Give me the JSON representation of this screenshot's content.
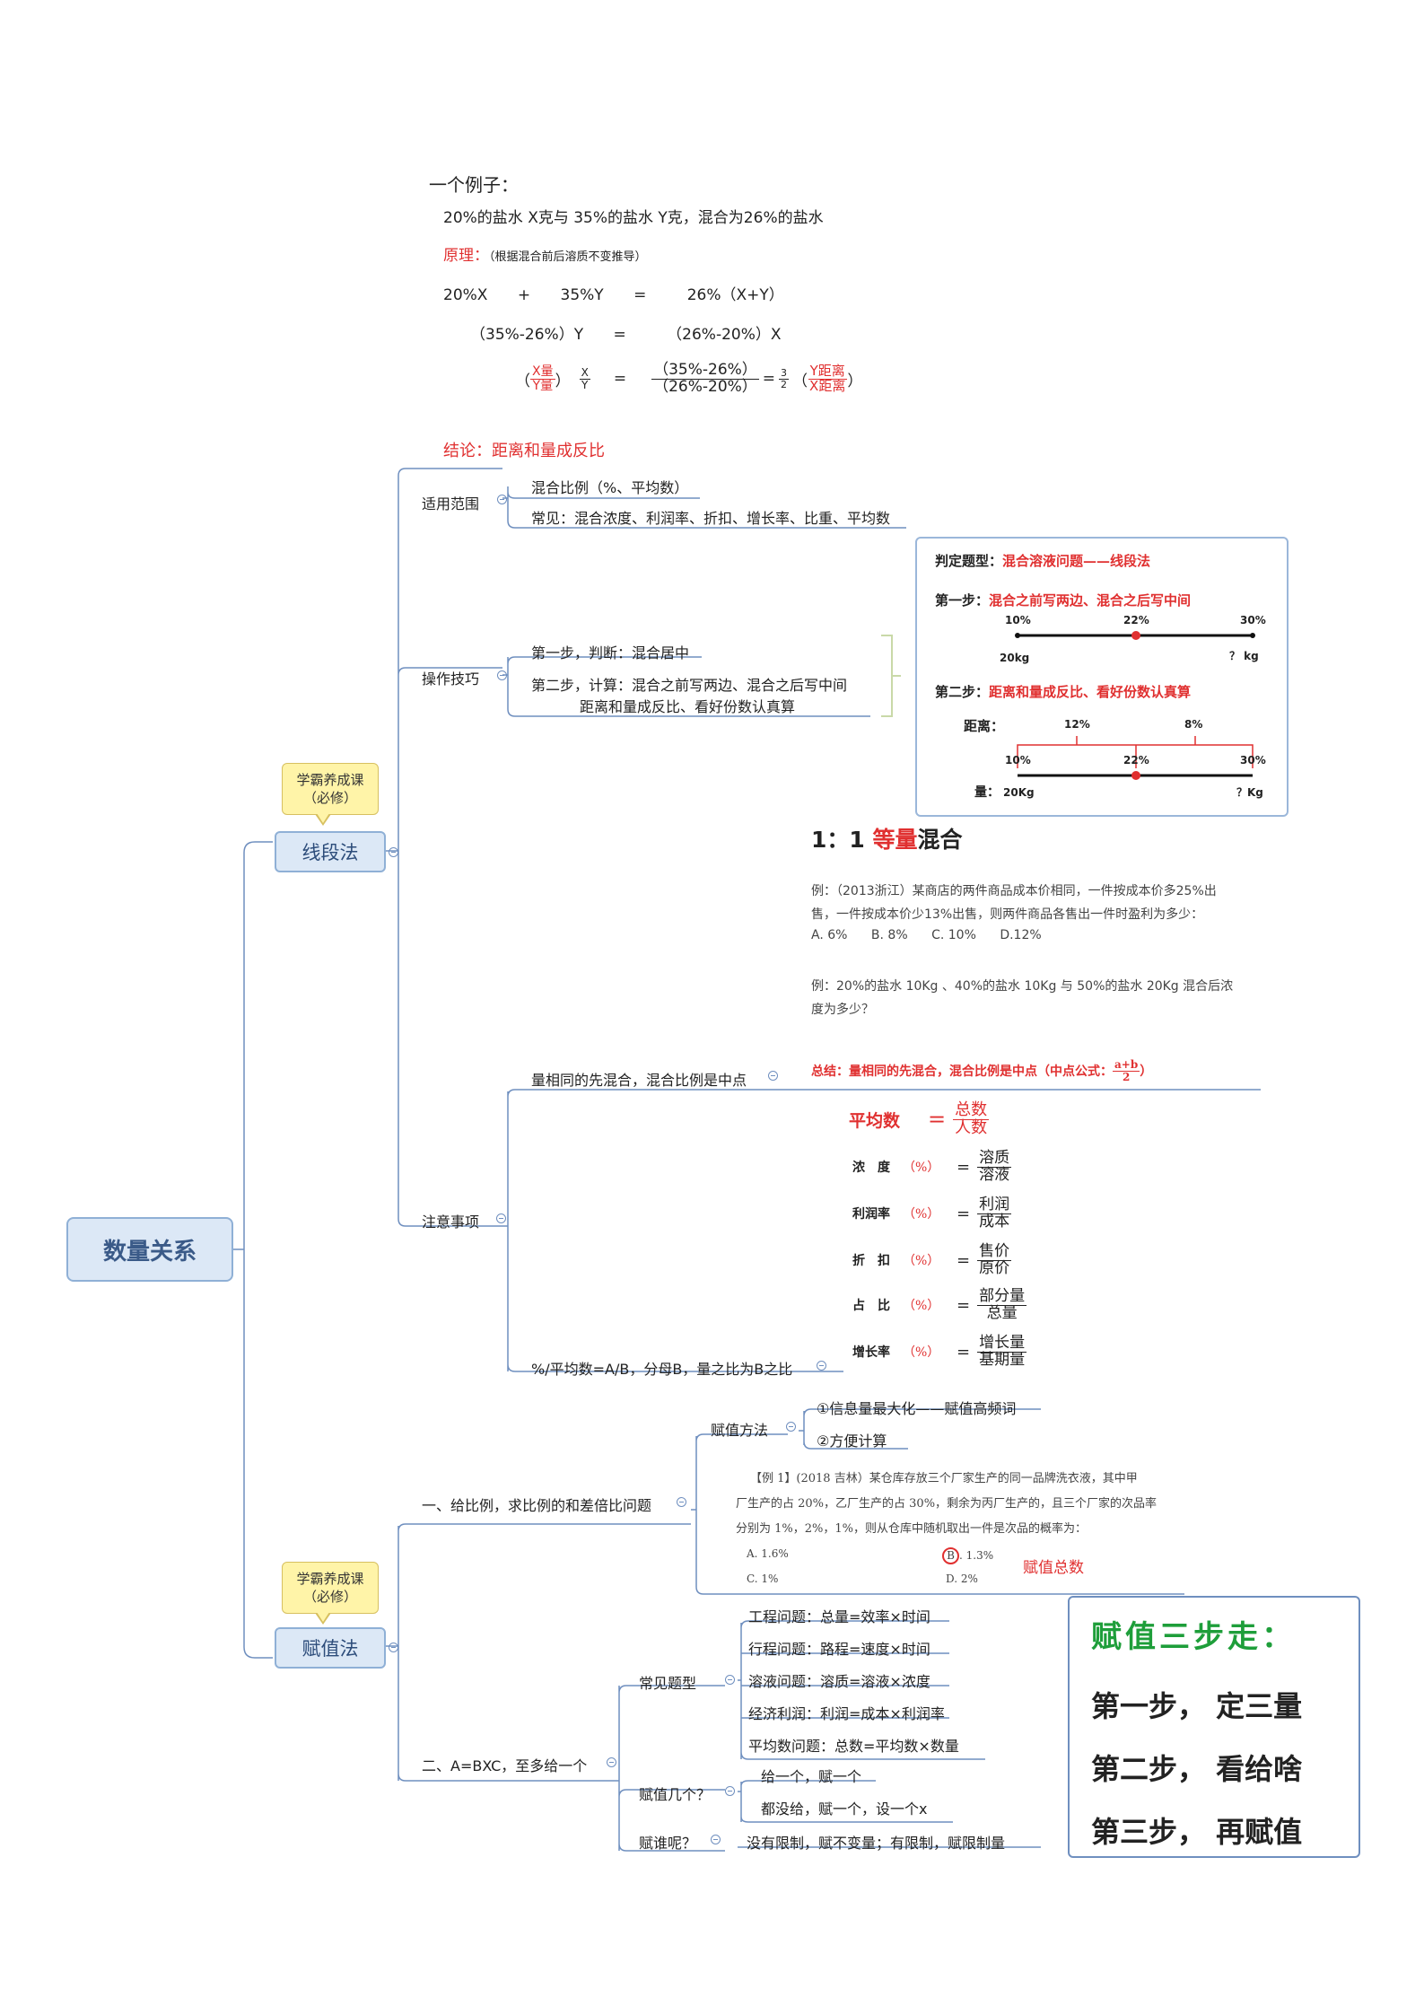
{
  "root": {
    "label": "数量关系"
  },
  "badge_label_1": "学霸养成课",
  "badge_label_2": "（必修）",
  "linefa": {
    "label": "线段法",
    "example": {
      "title": "一个例子：",
      "problem": "20%的盐水 X克与 35%的盐水 Y克，混合为26%的盐水",
      "principle_label": "原理：",
      "principle_note": "（根据混合前后溶质不变推导）",
      "eq1": {
        "a": "20%X",
        "op": "+",
        "b": "35%Y",
        "eq": "=",
        "c": "26%（X+Y）"
      },
      "eq2": {
        "a": "（35%-26%）Y",
        "eq": "=",
        "c": "（26%-20%）X"
      },
      "eq3": {
        "lp": "（",
        "xq": "X量",
        "yq": "Y量",
        "rp": "）",
        "x": "X",
        "y": "Y",
        "eq": "=",
        "num": "（35%-26%）",
        "den": "（26%-20%）",
        "eq2": "=",
        "k_num": "3",
        "k_den": "2",
        "lp2": "（",
        "yd": "Y距离",
        "xd": "X距离",
        "rp2": "）"
      },
      "conclusion": "结论：距离和量成反比"
    },
    "scope": {
      "label": "适用范围",
      "items": [
        "混合比例（%、平均数）",
        "常见：混合浓度、利润率、折扣、增长率、比重、平均数"
      ]
    },
    "technique": {
      "label": "操作技巧",
      "step1": "第一步，判断：混合居中",
      "step2a": "第二步，计算：混合之前写两边、混合之后写中间",
      "step2b": "距离和量成反比、看好份数认真算"
    },
    "judge_box": {
      "title_label": "判定题型：",
      "title_value": "混合溶液问题——线段法",
      "step1_label": "第一步：",
      "step1_value": "混合之前写两边、混合之后写中间",
      "line1": {
        "left": "10%",
        "mid": "22%",
        "right": "30%",
        "left_q": "20kg",
        "right_q": "？ kg"
      },
      "step2_label": "第二步：",
      "step2_value": "距离和量成反比、看好份数认真算",
      "dist_label": "距离：",
      "dist_left": "12%",
      "dist_right": "8%",
      "line2": {
        "left": "10%",
        "mid": "22%",
        "right": "30%"
      },
      "qty_label": "量：",
      "qty_left": "20Kg",
      "qty_right": "？Kg"
    },
    "equal_mix": {
      "title_a": "1：1",
      "title_b": "等量",
      "title_c": "混合",
      "ex1_a": "例：（2013浙江）某商店的两件商品成本价相同，一件按成本价多25%出",
      "ex1_b": "售，一件按成本价少13%出售，则两件商品各售出一件时盈利为多少：",
      "options": [
        "A. 6%",
        "B. 8%",
        "C. 10%",
        "D.12%"
      ],
      "ex2_a": "例：20%的盐水 10Kg 、40%的盐水 10Kg 与 50%的盐水 20Kg 混合后浓",
      "ex2_b": "度为多少？"
    },
    "notes": {
      "label": "注意事项",
      "item1": "量相同的先混合，混合比例是中点",
      "summary": "总结：量相同的先混合，混合比例是中点（中点公式：",
      "summary_num": "a+b",
      "summary_den": "2",
      "summary_end": "）",
      "item2": "%/平均数=A/B，分母B，量之比为B之比"
    },
    "formulas": [
      {
        "label": "平均数",
        "percent": "",
        "num": "总数",
        "den": "人数",
        "highlight": true
      },
      {
        "label": "浓　度",
        "percent": "（%）",
        "num": "溶质",
        "den": "溶液",
        "highlight": false
      },
      {
        "label": "利润率",
        "percent": "（%）",
        "num": "利润",
        "den": "成本",
        "highlight": false
      },
      {
        "label": "折　扣",
        "percent": "（%）",
        "num": "售价",
        "den": "原价",
        "highlight": false
      },
      {
        "label": "占　比",
        "percent": "（%）",
        "num": "部分量",
        "den": "总量",
        "highlight": false
      },
      {
        "label": "增长率",
        "percent": "（%）",
        "num": "增长量",
        "den": "基期量",
        "highlight": false
      }
    ],
    "eq_sign": "="
  },
  "fuzhi": {
    "label": "赋值法",
    "branch1": {
      "label": "一、给比例，求比例的和差倍比问题",
      "method_label": "赋值方法",
      "methods": [
        "①信息量最大化——赋值高频词",
        "②方便计算"
      ],
      "example_a": "【例 1】(2018 吉林）某仓库存放三个厂家生产的同一品牌洗衣液，其中甲",
      "example_b": "厂生产的占 20%，乙厂生产的占 30%，剩余为丙厂生产的，且三个厂家的次品率",
      "example_c": "分别为 1%，2%，1%，则从仓库中随机取出一件是次品的概率为：",
      "opt_a": "A. 1.6%",
      "opt_b": "B",
      "opt_b_rest": ". 1.3%",
      "opt_c": "C. 1%",
      "opt_d": "D. 2%",
      "note": "赋值总数"
    },
    "branch2": {
      "label": "二、A=BXC，至多给一个",
      "common_label": "常见题型",
      "common_items": [
        "工程问题：总量=效率×时间",
        "行程问题：路程=速度×时间",
        "溶液问题：溶质=溶液×浓度",
        "经济利润：利润=成本×利润率",
        "平均数问题：总数=平均数×数量"
      ],
      "howmany_label": "赋值几个？",
      "howmany_items": [
        "给一个，赋一个",
        "都没给，赋一个，设一个x"
      ],
      "who_label": "赋谁呢？",
      "who_item": "没有限制，赋不变量；有限制，赋限制量"
    },
    "three_steps": {
      "title": "赋值三步走：",
      "steps": [
        "第一步，  定三量",
        "第二步，  看给啥",
        "第三步，  再赋值"
      ]
    }
  },
  "colors": {
    "accent": "#e03030",
    "branch": "#6f8fbf",
    "node_fill": "#dce8f6",
    "callout": "#fff4a8",
    "title_green": "#1e9e3a"
  }
}
